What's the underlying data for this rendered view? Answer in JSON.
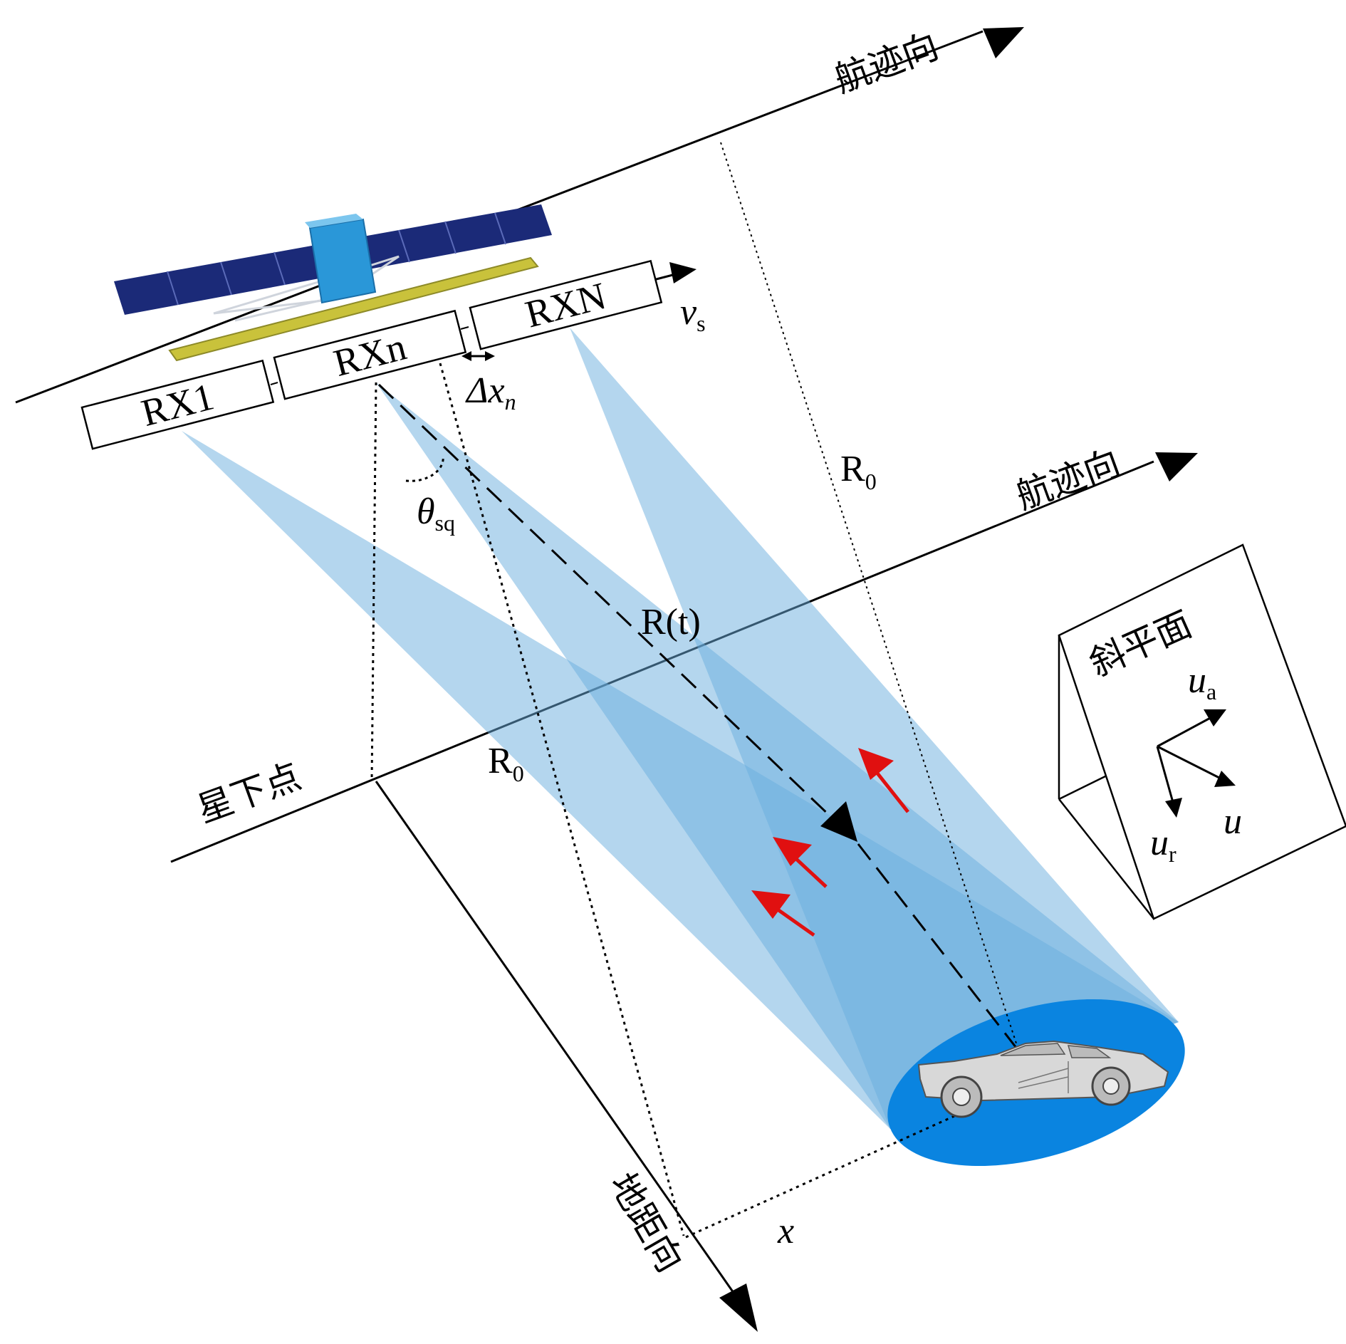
{
  "labels": {
    "track_dir_top": "航迹向",
    "track_dir_mid": "航迹向",
    "ground_range_dir": "地距向",
    "nadir_point": "星下点",
    "slant_plane": "斜平面"
  },
  "receivers": {
    "rx_first": "RX1",
    "rx_n": "RXn",
    "rx_last": "RXN"
  },
  "math": {
    "velocity": "v",
    "velocity_sub": "s",
    "delta_x": "Δx",
    "delta_x_sub": "n",
    "theta": "θ",
    "theta_sub": "sq",
    "range_t": "R(t)",
    "r0_upper": "R",
    "r0_upper_sub": "0",
    "r0_lower": "R",
    "r0_lower_sub": "0",
    "x_label": "x",
    "u_a": "u",
    "u_a_sub": "a",
    "u_r": "u",
    "u_r_sub": "r",
    "u": "u"
  },
  "colors": {
    "beam": "#6aaede",
    "footprint": "#0a84e0",
    "motion_arrow": "#e01010",
    "satellite_panel": "#1b2a78",
    "satellite_body": "#2a97d8",
    "antenna_bar": "#c9c23b"
  },
  "icons": {
    "satellite": "satellite-icon",
    "target": "car-icon"
  }
}
